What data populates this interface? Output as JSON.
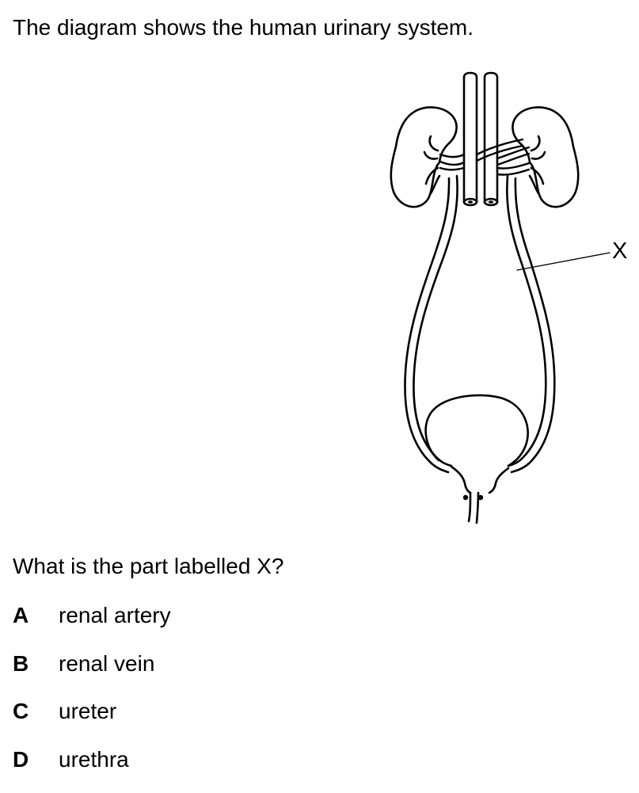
{
  "question": {
    "stem": "The diagram shows the human urinary system.",
    "prompt": "What is the part labelled X?"
  },
  "diagram": {
    "label": "X",
    "line_color": "#000000",
    "fill_color": "#ffffff"
  },
  "options": [
    {
      "letter": "A",
      "text": "renal artery"
    },
    {
      "letter": "B",
      "text": "renal vein"
    },
    {
      "letter": "C",
      "text": "ureter"
    },
    {
      "letter": "D",
      "text": "urethra"
    }
  ]
}
